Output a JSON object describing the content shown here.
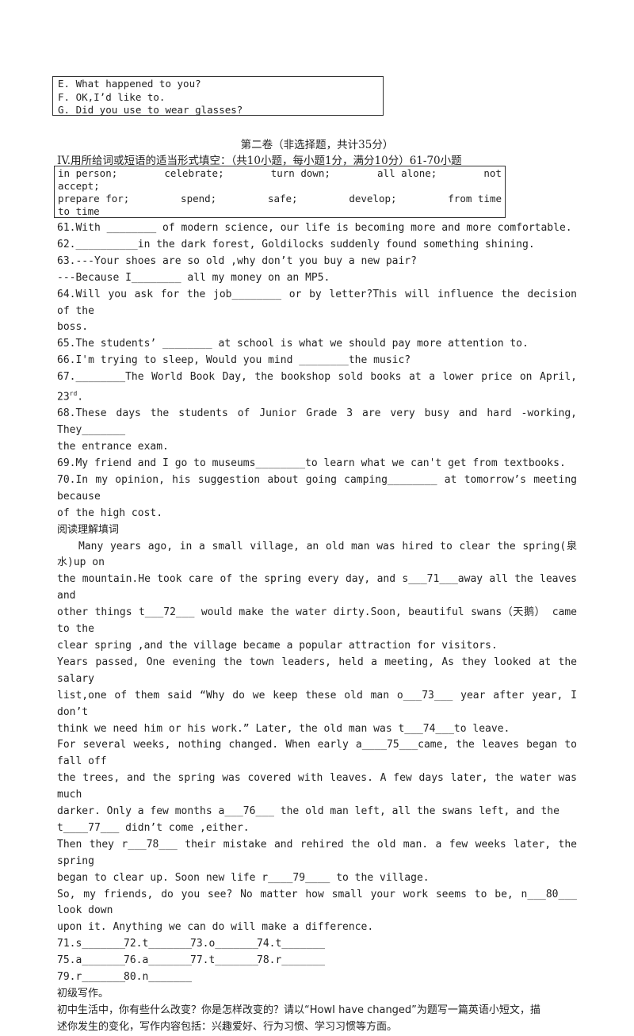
{
  "choices_box": [
    "E. What happened to you?",
    "F. OK,I’d like to.",
    "G. Did you use to wear glasses?"
  ],
  "section_title": "第二卷（非选择题，共计35分）",
  "task_iv_heading": "IV.用所给词或短语的适当形式填空：（共10小题，每小题1分，满分10分）61-70小题",
  "word_box": {
    "row1": [
      "in person;",
      "celebrate;",
      "turn down;",
      "all alone;",
      "not"
    ],
    "row1_tail": "accept;",
    "row2": [
      "prepare for;",
      "spend;",
      "safe;",
      "develop;",
      "from time"
    ],
    "row2_tail": "to time"
  },
  "sentences": {
    "q61": "61.With ________ of modern science, our life is becoming more and more comfortable.",
    "q62": "62.__________in the dark forest, Goldilocks suddenly found something shining.",
    "q63a": "63.---Your shoes are so old ,why don’t you buy a new pair?",
    "q63b": "---Because I________ all my money on an MP5.",
    "q64a": "64.Will you ask for the job________ or by letter?This will influence the decision of the",
    "q64b": "boss.",
    "q65": "65.The students’ ________ at school is what we should pay more attention to.",
    "q66": "66.I'm trying to sleep, Would you mind ________the music?",
    "q67": "67.________The World Book Day, the bookshop sold books at a lower price on April, 23",
    "q67_sup": "rd",
    "q67_end": ".",
    "q68a": "68.These days the students of Junior Grade 3 are very busy and hard -working, They_______",
    "q68b": "the entrance exam.",
    "q69": "69.My friend and I go to museums________to learn what we can't get from textbooks.",
    "q70a": "70.In my opinion, his suggestion about going camping________ at tomorrow’s meeting because",
    "q70b": "of the high cost."
  },
  "reading_heading": "阅读理解填词",
  "passage": [
    "Many years ago, in a small village, an old man was hired to clear the spring(泉水)up on",
    "the mountain.He took care of the spring every day, and s___71___away all the leaves and",
    "other things t___72___ would make the water dirty.Soon, beautiful swans（天鹅） came to the",
    "clear spring ,and the village became a popular attraction for visitors.",
    "Years passed, One evening the town leaders, held a meeting, As they looked at the salary",
    "list,one of them said “Why do we keep these old man o___73___ year after year,  I don’t",
    "think we need him or his work.” Later, the old man was t___74___to leave.",
    "For several weeks, nothing changed. When early a____75___came, the leaves began to fall off",
    "the trees, and the spring was covered with leaves. A few days later, the water was much",
    "darker. Only a few months a___76___ the old man left, all the swans left, and  the",
    "t____77___ didn’t come ,either.",
    "Then they r___78___  their mistake and rehired the old man. a few weeks later, the spring",
    "began to clear up. Soon new life r____79____ to the village.",
    "So, my friends, do you see? No matter how small your work seems to be, n___80___ look down",
    "upon  it. Anything we can do will make a difference."
  ],
  "answers": [
    [
      "71.s_______",
      "72.t_______",
      "73.o_______",
      "74.t_______"
    ],
    [
      "75.a_______",
      "76.a_______",
      "77.t_______",
      "78.r_______"
    ],
    [
      "79.r_______",
      "80.n_______"
    ]
  ],
  "writing_heading": "初级写作。",
  "writing_prompt_1": "初中生活中，你有些什么改变？你是怎样改变的？请以“HowI have changed”为题写一篇英语小短文，描",
  "writing_prompt_2": "述你发生的变化，写作内容包括：兴趣爱好、行为习惯、学习习惯等方面。"
}
